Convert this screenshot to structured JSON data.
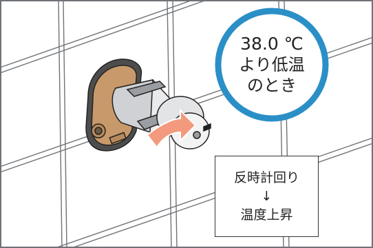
{
  "badge": {
    "temperature": "38.0 ℃",
    "line2": "より低温",
    "line3": "のとき"
  },
  "note": {
    "line1": "反時計回り",
    "arrow": "↓",
    "line2": "温度上昇"
  },
  "colors": {
    "badge_ring": "#2b8fc7",
    "arrow": "#f39a7e",
    "brass": "#c8996a",
    "tile_grout": "#6f7276",
    "outline": "#222222"
  },
  "icons": {
    "faucet": "thermostatic-valve-icon",
    "direction": "counterclockwise-arrow-icon"
  }
}
